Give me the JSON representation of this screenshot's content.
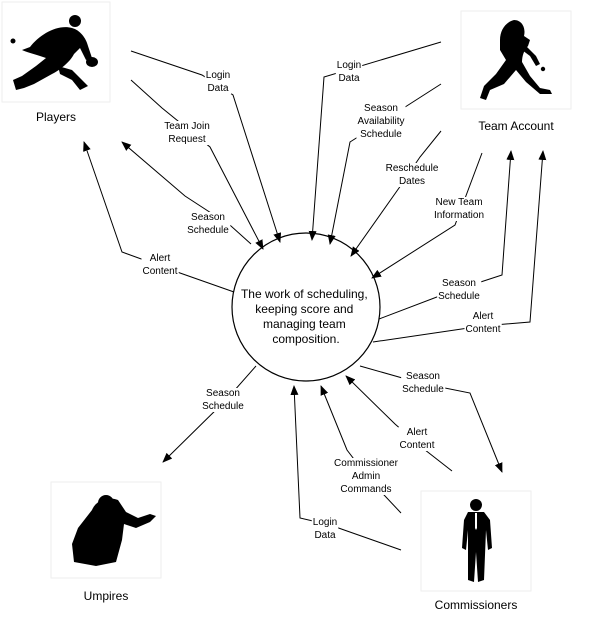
{
  "process": {
    "lines": [
      "The work of scheduling,",
      "keeping score and",
      "managing team",
      "composition."
    ]
  },
  "entities": {
    "players": "Players",
    "team_account": "Team Account",
    "umpires": "Umpires",
    "commissioners": "Commissioners"
  },
  "flows": {
    "players_login": [
      "Login",
      "Data"
    ],
    "players_join": [
      "Team Join",
      "Request"
    ],
    "players_schedule": [
      "Season",
      "Schedule"
    ],
    "players_alert": [
      "Alert",
      "Content"
    ],
    "team_login": [
      "Login",
      "Data"
    ],
    "team_availability": [
      "Season",
      "Availability",
      "Schedule"
    ],
    "team_reschedule": [
      "Reschedule",
      "Dates"
    ],
    "team_newinfo": [
      "New Team",
      "Information"
    ],
    "team_schedule": [
      "Season",
      "Schedule"
    ],
    "team_alert": [
      "Alert",
      "Content"
    ],
    "umpires_schedule": [
      "Season",
      "Schedule"
    ],
    "comm_schedule": [
      "Season",
      "Schedule"
    ],
    "comm_alert": [
      "Alert",
      "Content"
    ],
    "comm_admin": [
      "Commissioner",
      "Admin",
      "Commands"
    ],
    "comm_login": [
      "Login",
      "Data"
    ]
  }
}
